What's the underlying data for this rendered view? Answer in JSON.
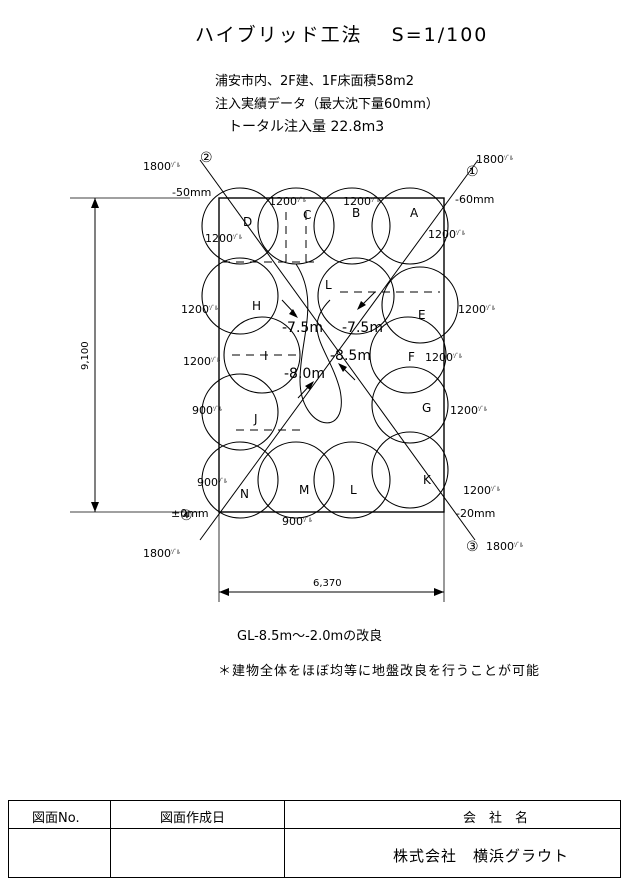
{
  "title": "ハイブリッド工法　 S=1/100",
  "info": {
    "line1": "浦安市内、2F建、1F床面積58m2",
    "line2": "注入実績データ（最大沈下量60mm）",
    "line3": "トータル注入量 22.8m3"
  },
  "diagram": {
    "dimension_height": "9,100",
    "dimension_width": "6,370",
    "corner_levels": {
      "top_left": "-50mm",
      "top_right": "-60mm",
      "bottom_left": "±0mm",
      "bottom_right": "-20mm"
    },
    "corner_markers": [
      "①",
      "②",
      "③",
      "④"
    ],
    "diagonal_lengths": {
      "d1": "1800",
      "d2": "1800",
      "d3": "1800",
      "d4": "1800"
    },
    "unit_small": "ｿﾞﾙ",
    "circle_labels": [
      "A",
      "B",
      "C",
      "D",
      "E",
      "F",
      "G",
      "H",
      "I",
      "J",
      "K",
      "L",
      "M",
      "N"
    ],
    "volumes": {
      "A": "1200",
      "B": "1200",
      "C": "1200",
      "D": "1200",
      "E": "1200",
      "F": "1200",
      "G": "1200",
      "H": "1200",
      "I": "1200",
      "J": "900",
      "K": "1200",
      "N": "900",
      "bottom": "900"
    },
    "depths": {
      "left_upper": "-7.5m",
      "right_upper": "-7.5m",
      "center_right": "-8.5m",
      "center_left": "-8.0m"
    }
  },
  "notes": {
    "improvement_range": "GL-8.5m～-2.0mの改良",
    "remark": "＊建物全体をほぼ均等に地盤改良を行うことが可能"
  },
  "title_block": {
    "col1_header": "図面No.",
    "col2_header": "図面作成日",
    "col3_header": "会　社　名",
    "company": "株式会社　横浜グラウト"
  }
}
